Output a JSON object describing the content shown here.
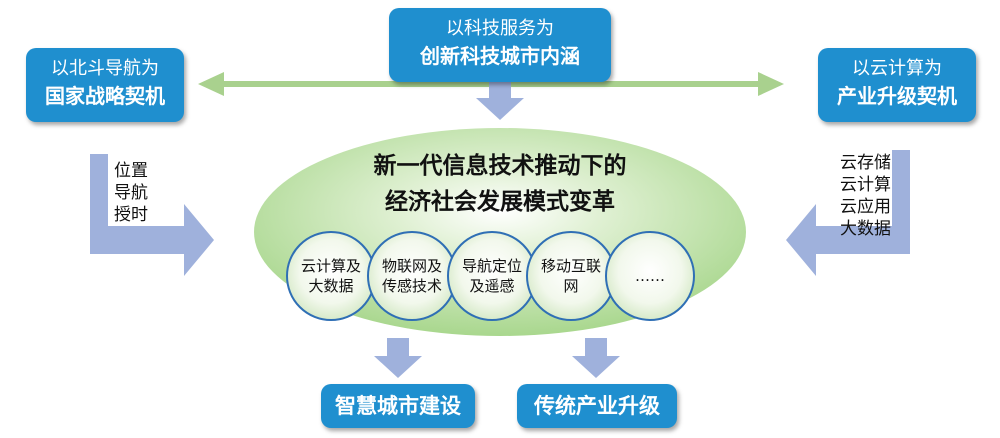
{
  "top_box": {
    "line1": "以科技服务为",
    "line2": "创新科技城市内涵"
  },
  "left_box": {
    "line1": "以北斗导航为",
    "line2": "国家战略契机"
  },
  "right_box": {
    "line1": "以云计算为",
    "line2": "产业升级契机"
  },
  "left_labels": [
    "位置",
    "导航",
    "授时"
  ],
  "right_labels": [
    "云存储",
    "云计算",
    "云应用",
    "大数据"
  ],
  "center": {
    "line1": "新一代信息技术推动下的",
    "line2": "经济社会发展模式变革"
  },
  "circles": [
    {
      "line1": "云计算及",
      "line2": "大数据"
    },
    {
      "line1": "物联网及",
      "line2": "传感技术"
    },
    {
      "line1": "导航定位",
      "line2": "及遥感"
    },
    {
      "line1": "移动互联",
      "line2": "网"
    },
    {
      "line1": "……",
      "line2": ""
    }
  ],
  "outcomes": {
    "smart_city": "智慧城市建设",
    "traditional": "传统产业升级"
  },
  "colors": {
    "box_blue": "#1f8fcf",
    "arrow_blue": "#9fb1dc",
    "ellipse_green": "#a9d78e",
    "circle_stroke": "#2f6fb5",
    "double_arrow_green": "#a9d18e"
  }
}
